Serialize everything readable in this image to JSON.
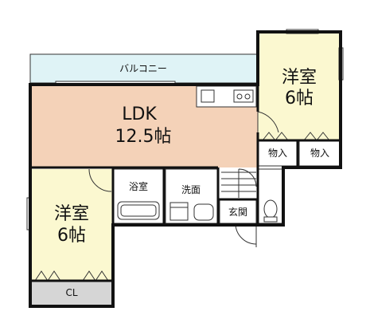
{
  "plan": {
    "balcony": "バルコニー",
    "ldk": {
      "name": "LDK",
      "size": "12.5帖"
    },
    "bedroom_ne": {
      "name": "洋室",
      "size": "6帖"
    },
    "bedroom_sw": {
      "name": "洋室",
      "size": "6帖"
    },
    "bath": "浴室",
    "washroom": "洗面",
    "entrance": "玄関",
    "storage_1": "物入",
    "storage_2": "物入",
    "closet": "CL"
  },
  "colors": {
    "balcony": "#dff3f6",
    "ldk": "#f4d2b8",
    "bedroom": "#fbf8d0",
    "service": "#ffffff",
    "closet": "#d6d6d6",
    "wall": "#111111"
  }
}
